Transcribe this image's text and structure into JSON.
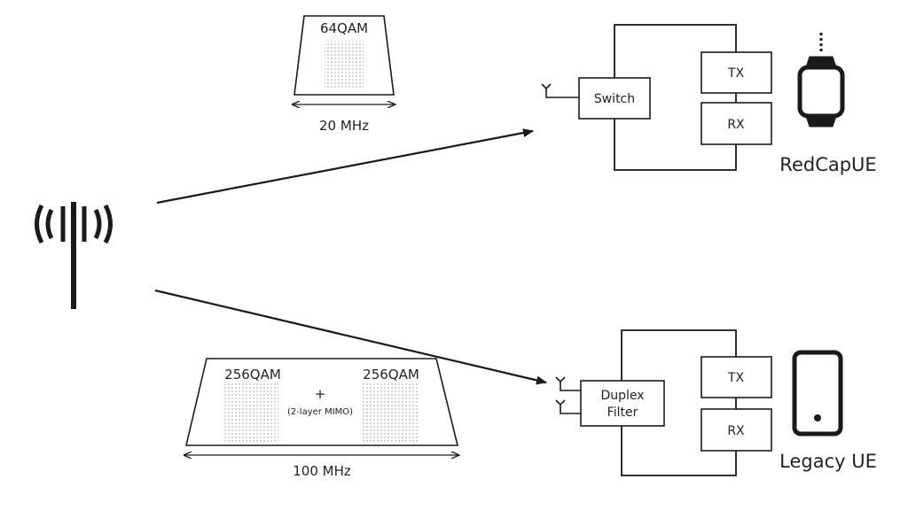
{
  "colors": {
    "stroke": "#1a1a1a",
    "dots": "#9a9a9a",
    "background": "#ffffff"
  },
  "icons": {
    "base_station": "cell-tower-icon",
    "redcap_device": "smartwatch-icon",
    "legacy_device": "smartphone-icon",
    "antenna": "antenna-icon"
  },
  "redcap": {
    "modulation": "64QAM",
    "bandwidth": "20 MHz",
    "switch_label": "Switch",
    "tx_label": "TX",
    "rx_label": "RX",
    "device_label": "RedCapUE"
  },
  "legacy": {
    "modulation_1": "256QAM",
    "modulation_2": "256QAM",
    "plus": "+",
    "mimo": "(2-layer MIMO)",
    "bandwidth": "100 MHz",
    "filter_line1": "Duplex",
    "filter_line2": "Filter",
    "tx_label": "TX",
    "rx_label": "RX",
    "device_label": "Legacy UE"
  }
}
